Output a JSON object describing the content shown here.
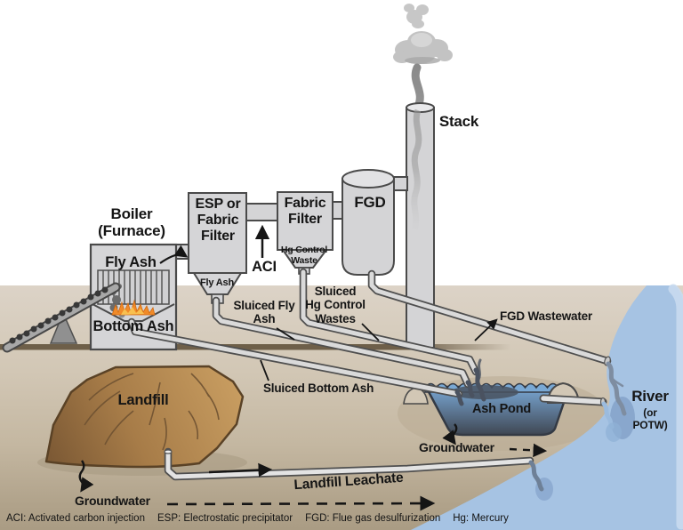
{
  "colors": {
    "equipment_fill": "#d5d5d7",
    "equipment_outline": "#4a4a4a",
    "ground_top": "#dcd3c7",
    "ground_bottom": "#aa9c84",
    "dark_soil_band": "#6e5f49",
    "river_blue": "#a6c3e3",
    "river_light_edge": "#c9daee",
    "pond_water_top": "#79a8d4",
    "pond_water_bottom": "#3e4550",
    "landfill_light": "#cba063",
    "landfill_dark": "#7d5a35",
    "flame_orange": "#f08a28",
    "smoke_grey": "#9a9a9a",
    "text": "#151515"
  },
  "plant": {
    "stack": "Stack",
    "boiler": "Boiler\n(Furnace)",
    "boiler_fly_ash": "Fly Ash",
    "bottom_ash": "Bottom Ash",
    "esp": "ESP or\nFabric\nFilter",
    "esp_hopper": "Fly Ash",
    "aci": "ACI",
    "fabric_filter": "Fabric\nFilter",
    "ff_hopper": "Hg Control\nWaste",
    "fgd": "FGD"
  },
  "flows": {
    "sluiced_fly_ash": "Sluiced Fly\nAsh",
    "sluiced_hg_control": "Sluiced\nHg Control\nWastes",
    "fgd_wastewater": "FGD Wastewater",
    "sluiced_bottom_ash": "Sluiced Bottom Ash",
    "landfill_leachate": "Landfill Leachate"
  },
  "sites": {
    "landfill": "Landfill",
    "ash_pond": "Ash Pond",
    "river": "River",
    "river_alt": "(or POTW)",
    "groundwater_landfill": "Groundwater",
    "groundwater_pond": "Groundwater"
  },
  "legend": {
    "items": [
      "ACI: Activated carbon injection",
      "ESP: Electrostatic precipitator",
      "FGD: Flue gas desulfurization",
      "Hg: Mercury"
    ]
  }
}
